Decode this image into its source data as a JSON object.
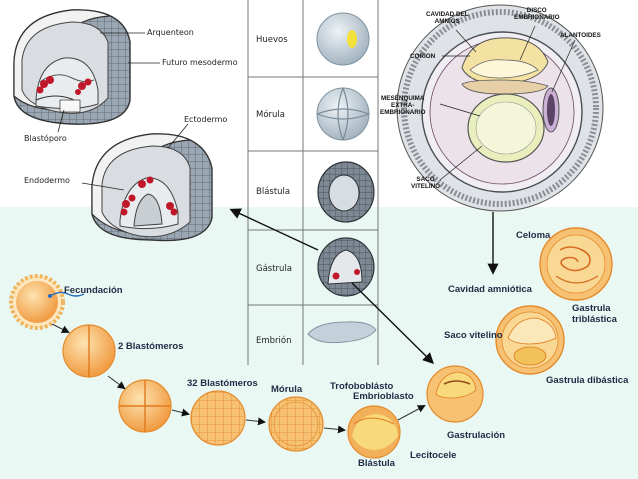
{
  "colors": {
    "bottom_bg": "#eaf8f4",
    "cell_orange": "#f4b45a",
    "cell_light": "#fbe1a8",
    "mesoderm_red": "#c0182a",
    "ectoderm_grey": "#8d9aa6",
    "ball_blue": "#c9d5de"
  },
  "table": {
    "rows": [
      {
        "label": "Huevos"
      },
      {
        "label": "Mórula"
      },
      {
        "label": "Blástula"
      },
      {
        "label": "Gástrula"
      },
      {
        "label": "Embrión"
      }
    ]
  },
  "gastrula_top": {
    "labels": {
      "arquenteon": "Arquenteon",
      "futuro_mesodermo": "Futuro mesodermo",
      "blastoporo": "Blastóporo"
    }
  },
  "gastrula_mid": {
    "labels": {
      "ectodermo": "Ectodermo",
      "endodermo": "Endodermo"
    }
  },
  "embryo_top_right": {
    "labels": {
      "cavidad_amnios": "CAVIDAD DEL\nAMNIOS",
      "disco_embrionario": "DISCO\nEMBRIONARIO",
      "alantoides": "ALANTOIDES",
      "corion": "CORION",
      "mesenquima": "MESÉNQUIMA\nEXTRA-\nEMBRIONARIO",
      "saco_vitelino": "SACO\nVITELINO"
    }
  },
  "development": {
    "labels": {
      "fecundacion": "Fecundación",
      "dos_blastomeros": "2 Blastómeros",
      "treintaidos_blastomeros": "32 Blastómeros",
      "morula": "Mórula",
      "trofoblasto": "Trofoboblásto",
      "embrioblasto": "Embrioblasto",
      "blastula": "Blástula",
      "lecitocele": "Lecitocele",
      "gastrulacion": "Gastrulación",
      "saco_vitelino": "Saco vitelino",
      "cavidad_amniotica": "Cavidad amniótica",
      "celoma": "Celoma",
      "gastrula_triblastica": "Gastrula\ntriblástica",
      "gastrula_dibastica": "Gastrula dibástica"
    }
  }
}
